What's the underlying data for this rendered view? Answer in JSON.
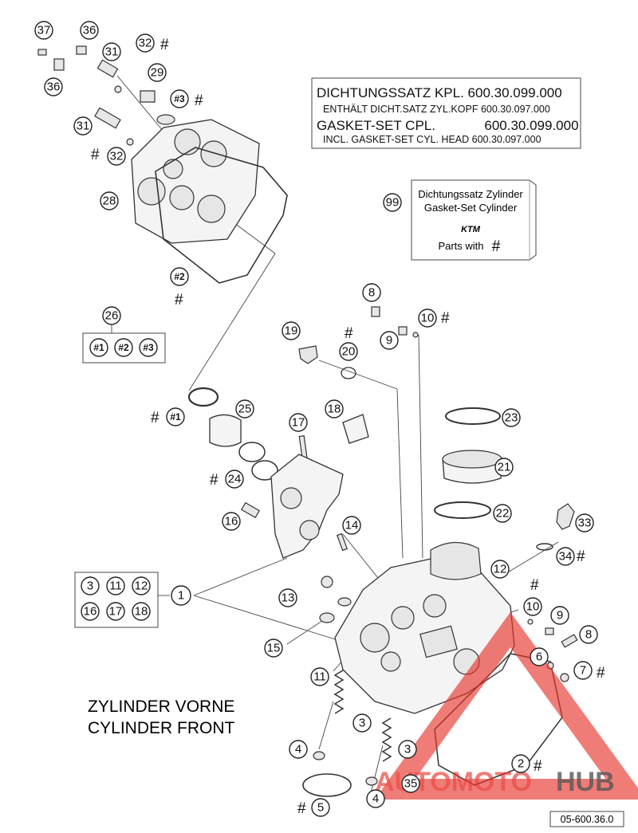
{
  "gasket_box": {
    "line1": "DICHTUNGSSATZ KPL. 600.30.099.000",
    "line2": "ENTHÄLT DICHT.SATZ ZYL.KOPF 600.30.097.000",
    "line3": "GASKET-SET CPL.             600.30.099.000",
    "line4": "INCL. GASKET-SET CYL. HEAD 600.30.097.000"
  },
  "kit_box": {
    "callout": "99",
    "line1": "Dichtungssatz Zylinder",
    "line2": "Gasket-Set Cylinder",
    "brand": "KTM",
    "line3": "Parts with",
    "hash": "#"
  },
  "group_26": {
    "callout": "26",
    "items": [
      "#1",
      "#2",
      "#3"
    ]
  },
  "group_1": {
    "callout": "1",
    "items": [
      "3",
      "11",
      "12",
      "16",
      "17",
      "18"
    ]
  },
  "title": {
    "line1": "ZYLINDER VORNE",
    "line2": "CYLINDER FRONT"
  },
  "figure_code": "05-600.36.0",
  "watermark": {
    "text_a": "AUTOMOTO",
    "text_b": "HUB",
    "color_a": "#e8322a",
    "color_b": "#3a3a3a"
  },
  "hash_symbol": "#",
  "callouts": [
    "37",
    "36",
    "31",
    "32",
    "29",
    "#3",
    "36",
    "31",
    "32",
    "28",
    "#2",
    "8",
    "10",
    "19",
    "20",
    "9",
    "23",
    "#1",
    "25",
    "18",
    "17",
    "21",
    "24",
    "22",
    "16",
    "14",
    "33",
    "34",
    "12",
    "13",
    "15",
    "10",
    "9",
    "8",
    "11",
    "6",
    "7",
    "3",
    "4",
    "3",
    "2",
    "4",
    "35",
    "5"
  ]
}
